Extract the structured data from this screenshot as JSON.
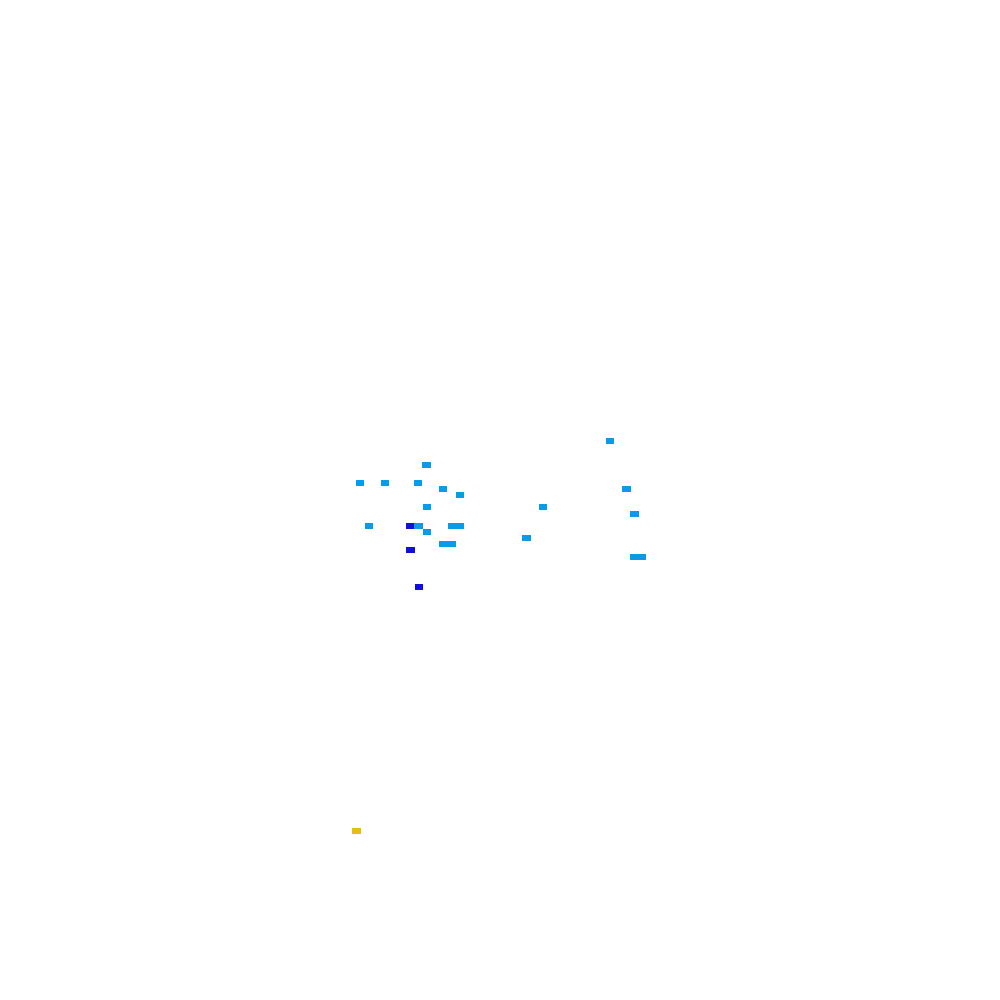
{
  "colors": {
    "background": "#ffffff",
    "light_blue": "#0a9be8",
    "dark_blue": "#1010d8",
    "yellow": "#e4be10"
  },
  "marks": [
    {
      "color": "light_blue"
    },
    {
      "color": "light_blue"
    },
    {
      "color": "light_blue"
    },
    {
      "color": "light_blue"
    },
    {
      "color": "light_blue"
    },
    {
      "color": "light_blue"
    },
    {
      "color": "light_blue"
    },
    {
      "color": "light_blue"
    },
    {
      "color": "light_blue"
    },
    {
      "color": "light_blue"
    },
    {
      "color": "light_blue"
    },
    {
      "color": "light_blue"
    },
    {
      "color": "light_blue"
    },
    {
      "color": "light_blue"
    },
    {
      "color": "light_blue"
    },
    {
      "color": "light_blue"
    },
    {
      "color": "light_blue"
    },
    {
      "color": "light_blue"
    },
    {
      "color": "dark_blue"
    },
    {
      "color": "dark_blue"
    },
    {
      "color": "dark_blue"
    },
    {
      "color": "yellow"
    }
  ]
}
